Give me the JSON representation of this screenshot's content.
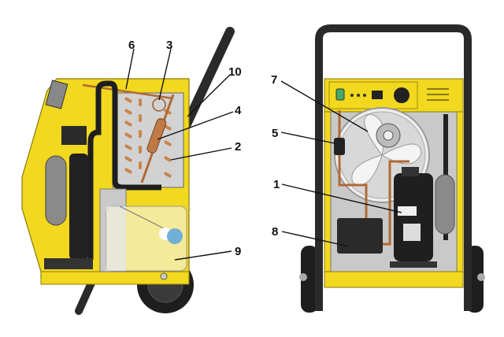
{
  "colors": {
    "housing": "#f2d81e",
    "frame": "#2a2a2a",
    "interior": "#c9c9c9",
    "copper": "#c07a45",
    "tank": "#f6eba0",
    "water": "#5aa3e0"
  },
  "side_view": {
    "callouts": [
      {
        "id": "6",
        "label": "6"
      },
      {
        "id": "3",
        "label": "3"
      },
      {
        "id": "10",
        "label": "10"
      },
      {
        "id": "4",
        "label": "4"
      },
      {
        "id": "2",
        "label": "2"
      },
      {
        "id": "9",
        "label": "9"
      }
    ]
  },
  "front_view": {
    "callouts": [
      {
        "id": "7",
        "label": "7"
      },
      {
        "id": "5",
        "label": "5"
      },
      {
        "id": "1",
        "label": "1"
      },
      {
        "id": "8",
        "label": "8"
      }
    ]
  }
}
